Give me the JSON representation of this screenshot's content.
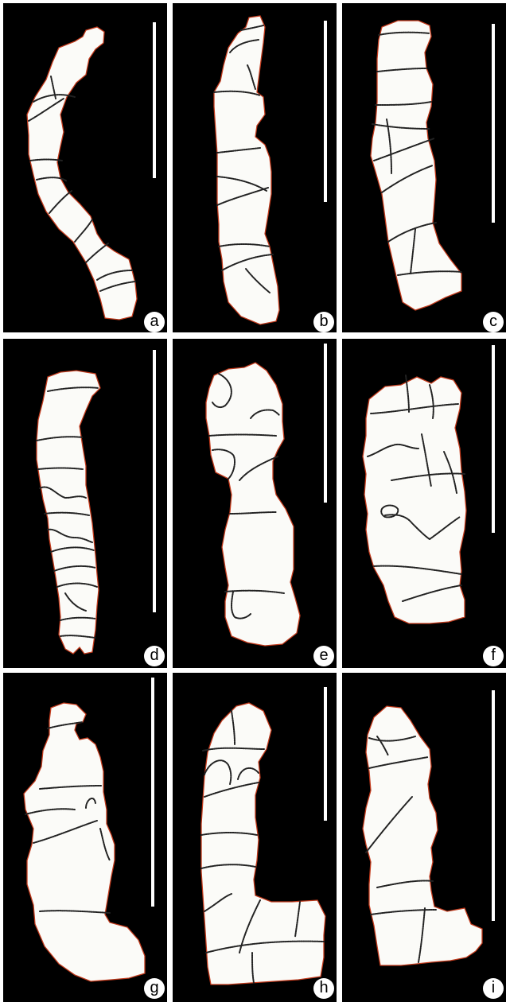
{
  "figure": {
    "background": "#ffffff",
    "panel_background": "#000000",
    "specimen_fill": "#fbfbf8",
    "outline_color": "#c23a1c",
    "suture_color": "#222222",
    "panels": [
      {
        "id": "a",
        "label": "a"
      },
      {
        "id": "b",
        "label": "b"
      },
      {
        "id": "c",
        "label": "c"
      },
      {
        "id": "d",
        "label": "d"
      },
      {
        "id": "e",
        "label": "e"
      },
      {
        "id": "f",
        "label": "f"
      },
      {
        "id": "g",
        "label": "g"
      },
      {
        "id": "h",
        "label": "h"
      },
      {
        "id": "i",
        "label": "i"
      }
    ]
  }
}
